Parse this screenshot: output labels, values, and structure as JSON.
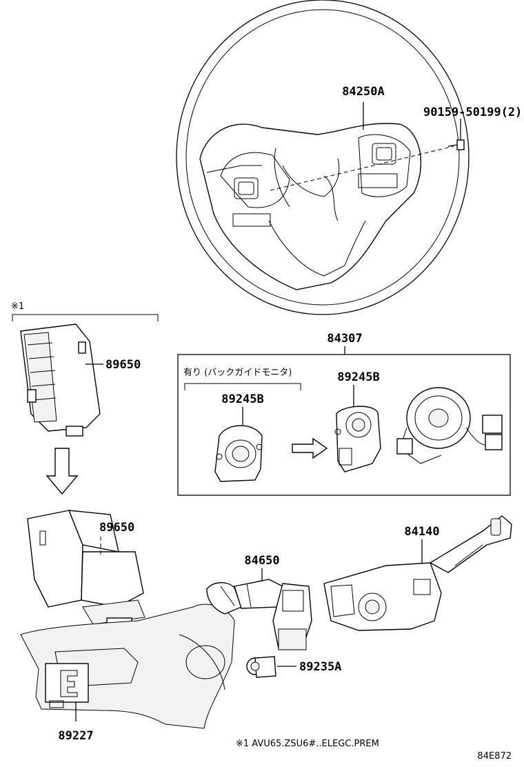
{
  "labels": {
    "steering_wheel": "84250A",
    "screw": "90159-50199(2)",
    "note_mark": "※1",
    "module_top": "89650",
    "spiral_cable_assy": "84307",
    "with_monitor": "有り (バックガイドモニタ)",
    "sensor_left": "89245B",
    "sensor_right": "89245B",
    "module_bottom": "89650",
    "wiper_switch": "84140",
    "light_switch": "84650",
    "small_switch": "89235A",
    "ecu_bottom": "89227",
    "footnote": "※1 AVU65.ZSU6#..ELEGC.PREM",
    "diagram_code": "84E872"
  }
}
